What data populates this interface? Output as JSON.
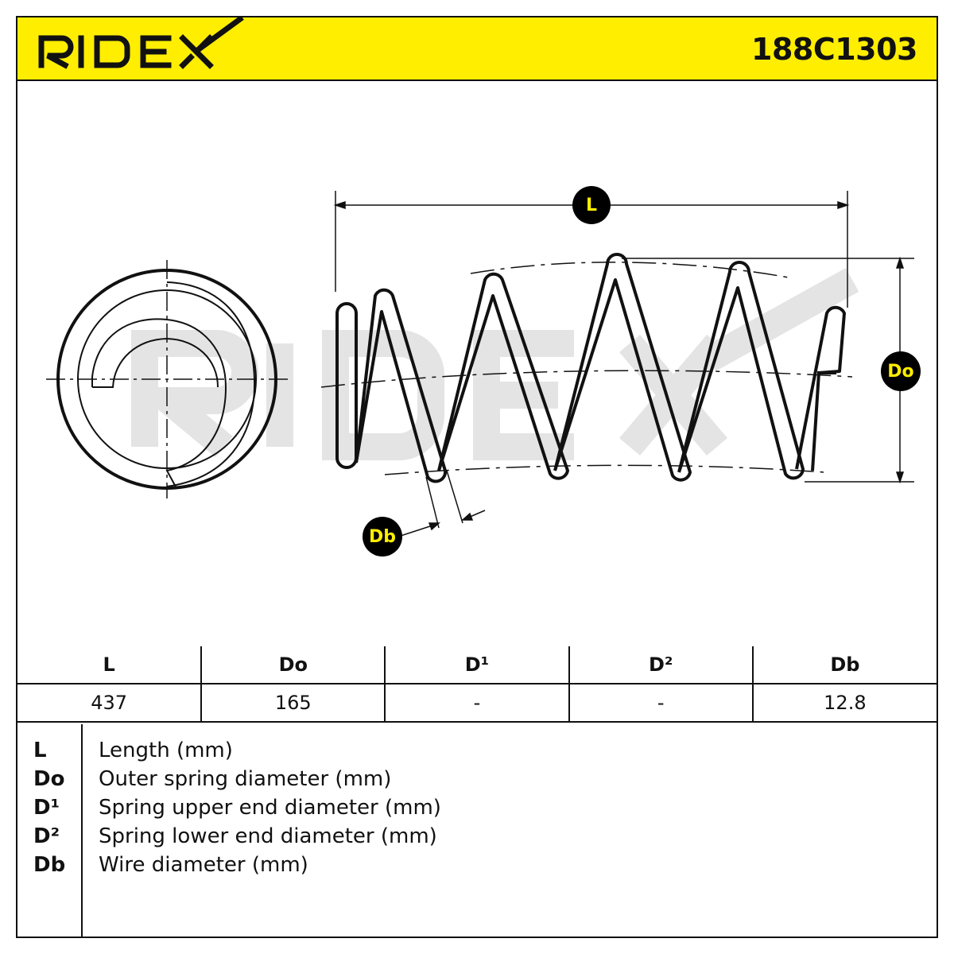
{
  "header": {
    "brand": "RIDEX",
    "part_number": "188C1303",
    "brand_color": "#ffee00"
  },
  "drawing": {
    "length_label": "L",
    "outer_diameter_label": "Do",
    "wire_diameter_label": "Db",
    "watermark": "RIDEX"
  },
  "table": {
    "headers": [
      "L",
      "Do",
      "D¹",
      "D²",
      "Db"
    ],
    "values": [
      "437",
      "165",
      "-",
      "-",
      "12.8"
    ]
  },
  "legend": [
    {
      "abbr": "L",
      "desc": "Length (mm)"
    },
    {
      "abbr": "Do",
      "desc": "Outer spring diameter (mm)"
    },
    {
      "abbr": "D¹",
      "desc": "Spring upper end diameter (mm)"
    },
    {
      "abbr": "D²",
      "desc": "Spring lower end diameter (mm)"
    },
    {
      "abbr": "Db",
      "desc": "Wire diameter (mm)"
    }
  ]
}
